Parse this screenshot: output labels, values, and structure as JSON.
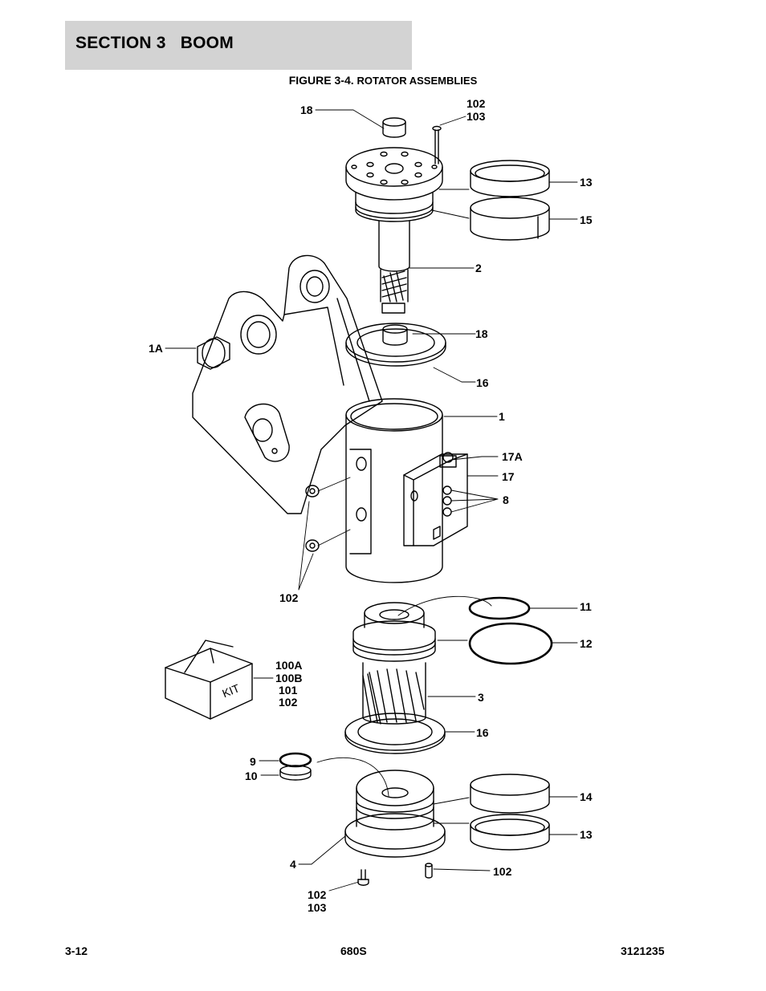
{
  "header": {
    "section_title": "SECTION 3   BOOM",
    "figure_number": "FIGURE 3-4.",
    "figure_caption": "ROTATOR ASSEMBLIES"
  },
  "callouts": {
    "c18_top": "18",
    "c102_top": "102",
    "c103_top": "103",
    "c13_top": "13",
    "c15": "15",
    "c2": "2",
    "c1A": "1A",
    "c18_mid": "18",
    "c16_top": "16",
    "c1": "1",
    "c17A": "17A",
    "c17": "17",
    "c8": "8",
    "c102_left": "102",
    "c11": "11",
    "c12": "12",
    "c100A": "100A",
    "c100B": "100B",
    "c101": "101",
    "c102_kit": "102",
    "c3": "3",
    "c16_bot": "16",
    "c9": "9",
    "c10": "10",
    "c14": "14",
    "c13_bot": "13",
    "c4": "4",
    "c102_bot": "102",
    "c102_bl": "102",
    "c103_bl": "103"
  },
  "kit_box_text": "KIT",
  "footer": {
    "page": "3-12",
    "model": "680S",
    "doc_number": "3121235"
  }
}
